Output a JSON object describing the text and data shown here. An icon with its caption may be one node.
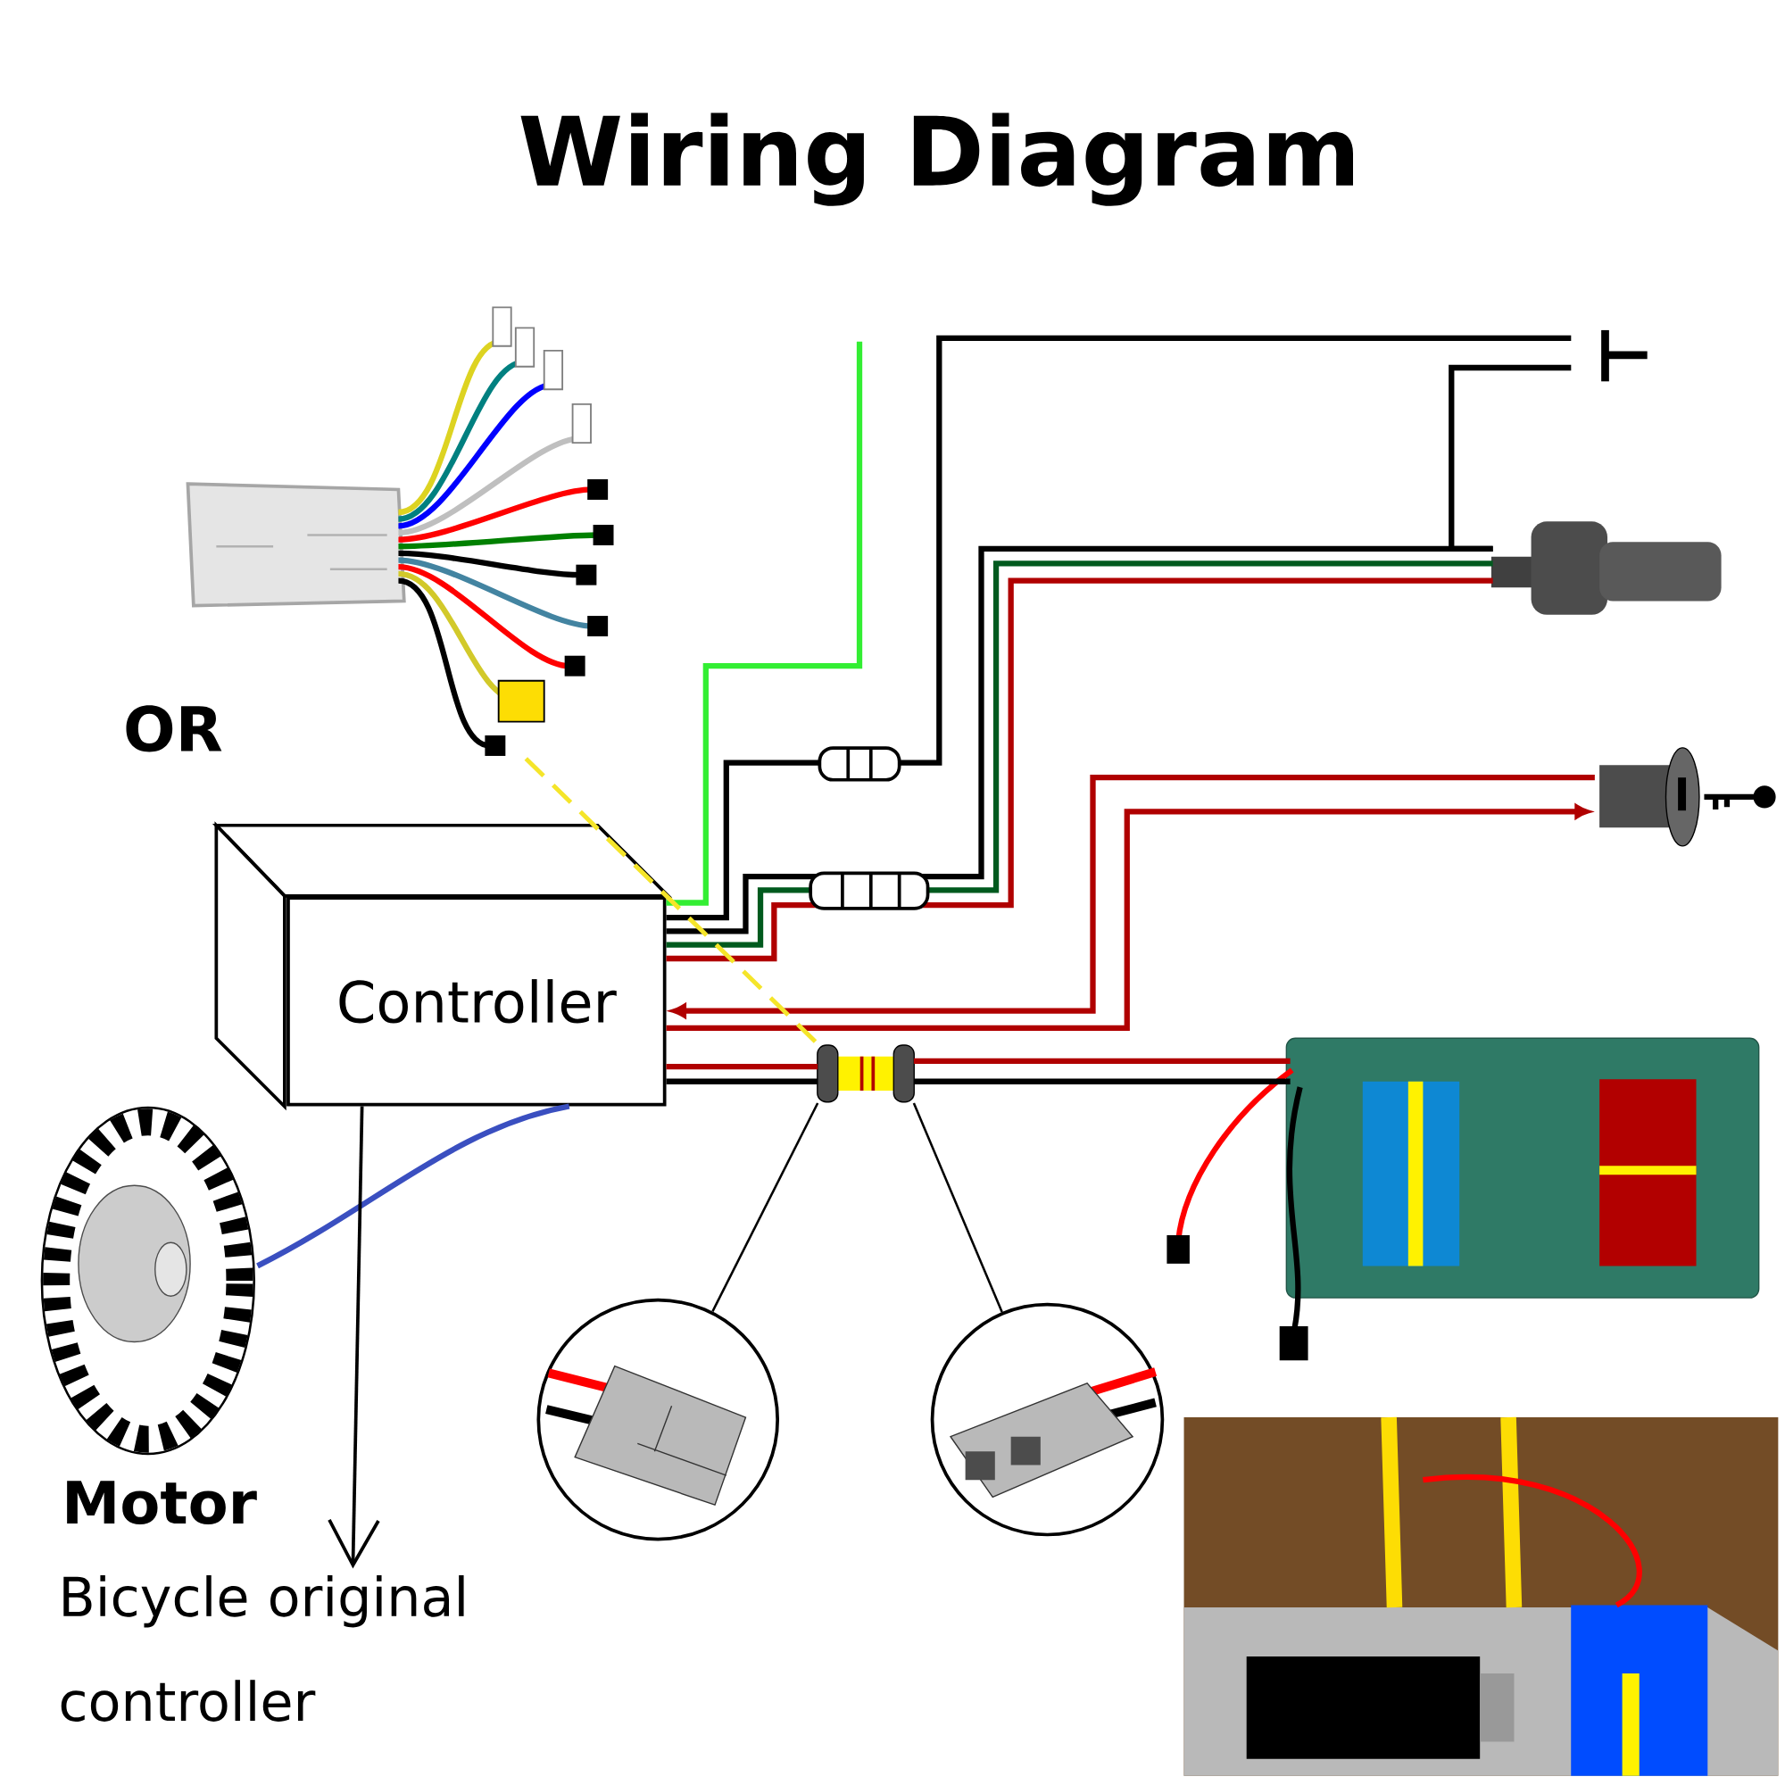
{
  "diagram": {
    "title": "Wiring Diagram",
    "nodes": [
      {
        "text": [],
        "shape": "picture"
      },
      {
        "text": [
          "Controller"
        ]
      },
      {
        "text": [],
        "shape": "picture"
      },
      {
        "text": [],
        "shape": "picture"
      },
      {
        "text": [],
        "shape": "picture"
      },
      {
        "text": [],
        "shape": "picture"
      },
      {
        "text": [],
        "shape": "picture"
      },
      {
        "text": [],
        "shape": "circle"
      },
      {
        "text": [],
        "shape": "circle"
      },
      {
        "text": [],
        "shape": "picture",
        "beside": [
          "Motor"
        ]
      },
      {
        "text": [
          "Bicycle original controller"
        ]
      },
      {
        "text": [],
        "shape": "picture"
      }
    ],
    "edges": [
      {
        "from": 1,
        "to": 2,
        "arrow": "none"
      },
      {
        "from": 3,
        "to": 2,
        "arrow": "none"
      },
      {
        "from": 1,
        "to": 3,
        "arrow": "none"
      },
      {
        "from": 1,
        "to": 3,
        "arrow": "none",
        "color": "#005a1e"
      },
      {
        "from": 1,
        "to": 3,
        "arrow": "none",
        "color": "#b00000"
      },
      {
        "from": 4,
        "to": 1,
        "arrow": "to",
        "color": "#b00000"
      },
      {
        "from": 1,
        "to": 4,
        "arrow": "to",
        "color": "#b00000"
      },
      {
        "from": 1,
        "to": 6,
        "arrow": "none",
        "color": "#b00000"
      },
      {
        "from": 1,
        "to": 6,
        "arrow": "none"
      },
      {
        "from": 6,
        "to": 5,
        "arrow": "none",
        "color": "#b00000"
      },
      {
        "from": 6,
        "to": 5,
        "arrow": "none"
      },
      {
        "from": 1,
        "to": null,
        "arrow": "none",
        "color": "#33ee33"
      },
      {
        "from": 0,
        "to": 6,
        "arrow": "none",
        "style": "dashed",
        "color": "#f5e52a"
      },
      {
        "from": 6,
        "to": 7,
        "arrow": "none"
      },
      {
        "from": 6,
        "to": 8,
        "arrow": "none"
      },
      {
        "from": 9,
        "to": 1,
        "arrow": "none",
        "color": "#3a4fc0"
      },
      {
        "from": 1,
        "to": 10,
        "arrow": "to"
      }
    ],
    "labels": [
      "OR"
    ]
  }
}
